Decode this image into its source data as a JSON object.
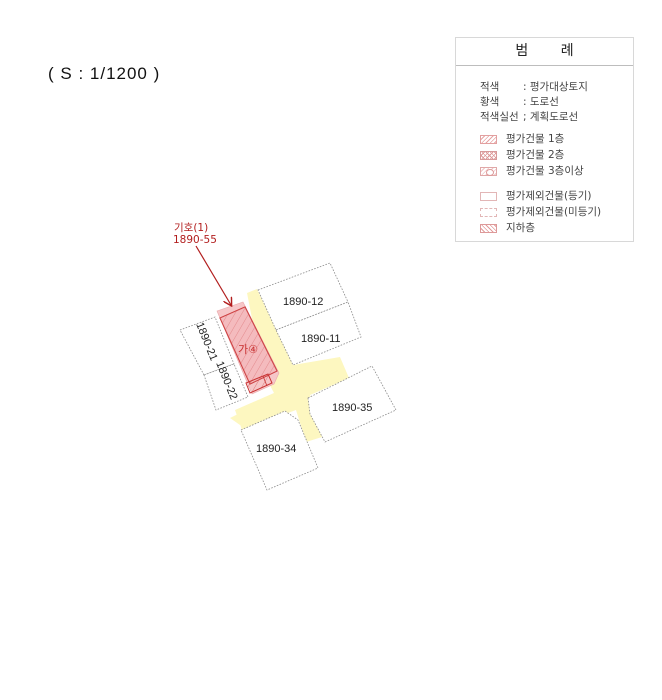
{
  "scale": {
    "text": "( S : 1/1200 )"
  },
  "legend": {
    "title": "범 례",
    "definitions": [
      {
        "key": "적색",
        "sep": ":",
        "value": "평가대상토지"
      },
      {
        "key": "황색",
        "sep": ":",
        "value": "도로선"
      },
      {
        "key": "적색실선",
        "sep": ";",
        "value": "계획도로선"
      }
    ],
    "items": [
      {
        "icon": "hatch-1-floor-swatch",
        "label": "평가건물 1층"
      },
      {
        "icon": "crosshatch-2-floor-swatch",
        "label": "평가건물 2층"
      },
      {
        "icon": "circle-3-floor-swatch",
        "label": "평가건물 3층이상"
      },
      {
        "icon": "solid-outline-swatch",
        "label": "평가제외건물(등기)"
      },
      {
        "icon": "dashed-outline-swatch",
        "label": "평가제외건물(미등기)"
      },
      {
        "icon": "basement-swatch",
        "label": "지하층"
      }
    ]
  },
  "map": {
    "callout": {
      "line1": "기호(1)",
      "line2": "1890-55"
    },
    "subject_building_label": "가④",
    "lots": [
      {
        "id": "1890-12",
        "label": "1890-12"
      },
      {
        "id": "1890-11",
        "label": "1890-11"
      },
      {
        "id": "1890-21",
        "label": "1890-21"
      },
      {
        "id": "1890-22",
        "label": "1890-22"
      },
      {
        "id": "1890-35",
        "label": "1890-35"
      },
      {
        "id": "1890-34",
        "label": "1890-34"
      }
    ],
    "colors": {
      "subject_land": "#f6c6c8",
      "subject_outline": "#c83232",
      "road": "#fdf7c0",
      "callout": "#b21e1e"
    }
  }
}
